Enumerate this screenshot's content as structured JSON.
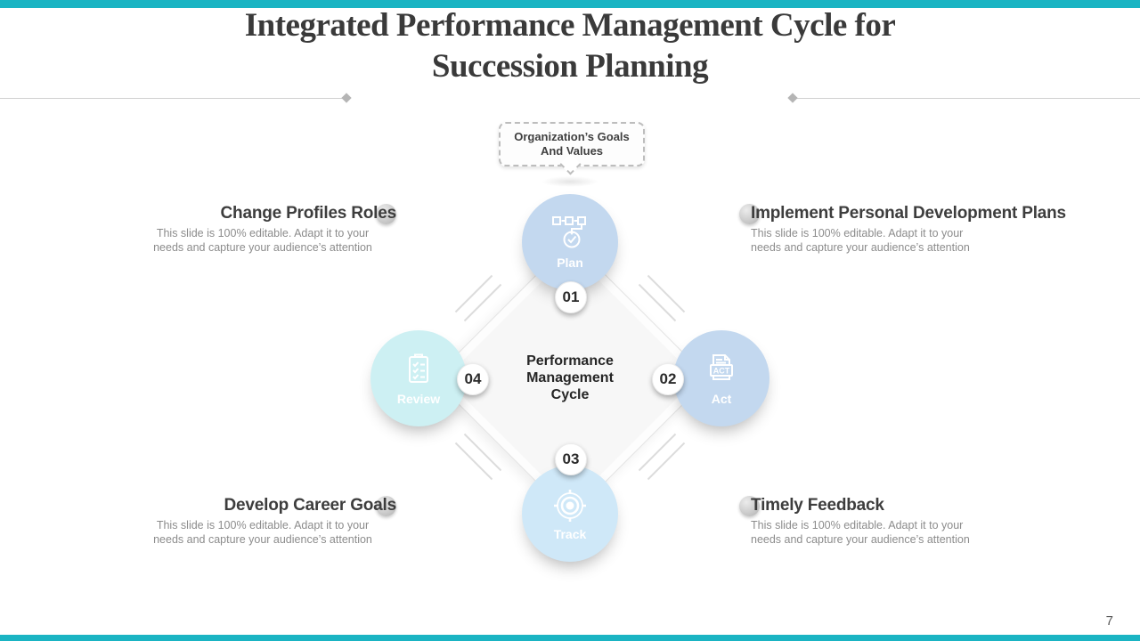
{
  "title": {
    "line1": "Integrated Performance Management Cycle for",
    "line2": "Succession Planning"
  },
  "callout": {
    "line1": "Organization’s Goals",
    "line2": "And Values"
  },
  "center_label": {
    "line1": "Performance",
    "line2": "Management",
    "line3": "Cycle"
  },
  "cycle": [
    {
      "number": "01",
      "label": "Plan",
      "icon": "process-flow-icon",
      "color": "#1f4e79"
    },
    {
      "number": "02",
      "label": "Act",
      "icon": "act-document-icon",
      "color": "#2b62b4"
    },
    {
      "number": "03",
      "label": "Track",
      "icon": "target-icon",
      "color": "#2f97d2"
    },
    {
      "number": "04",
      "label": "Review",
      "icon": "checklist-icon",
      "color": "#3bc3cd"
    }
  ],
  "act_icon_text": "ACT",
  "blocks": [
    {
      "heading": "Change Profiles Roles",
      "body_line1": "This slide is 100% editable. Adapt it to your",
      "body_line2": "needs and capture your audience’s attention"
    },
    {
      "heading": "Implement Personal Development Plans",
      "body_line1": "This slide is 100% editable. Adapt it to your",
      "body_line2": "needs and capture your audience’s attention"
    },
    {
      "heading": "Develop Career Goals",
      "body_line1": "This slide is 100% editable. Adapt it to your",
      "body_line2": "needs and capture your audience’s attention"
    },
    {
      "heading": "Timely Feedback",
      "body_line1": "This slide is 100% editable. Adapt it to your",
      "body_line2": "needs and capture your audience’s attention"
    }
  ],
  "page_number": "7",
  "colors": {
    "accent_bar": "#1ab4c3",
    "plan": "#1f4e79",
    "act": "#2b62b4",
    "track": "#2f97d2",
    "review": "#3bc3cd"
  }
}
